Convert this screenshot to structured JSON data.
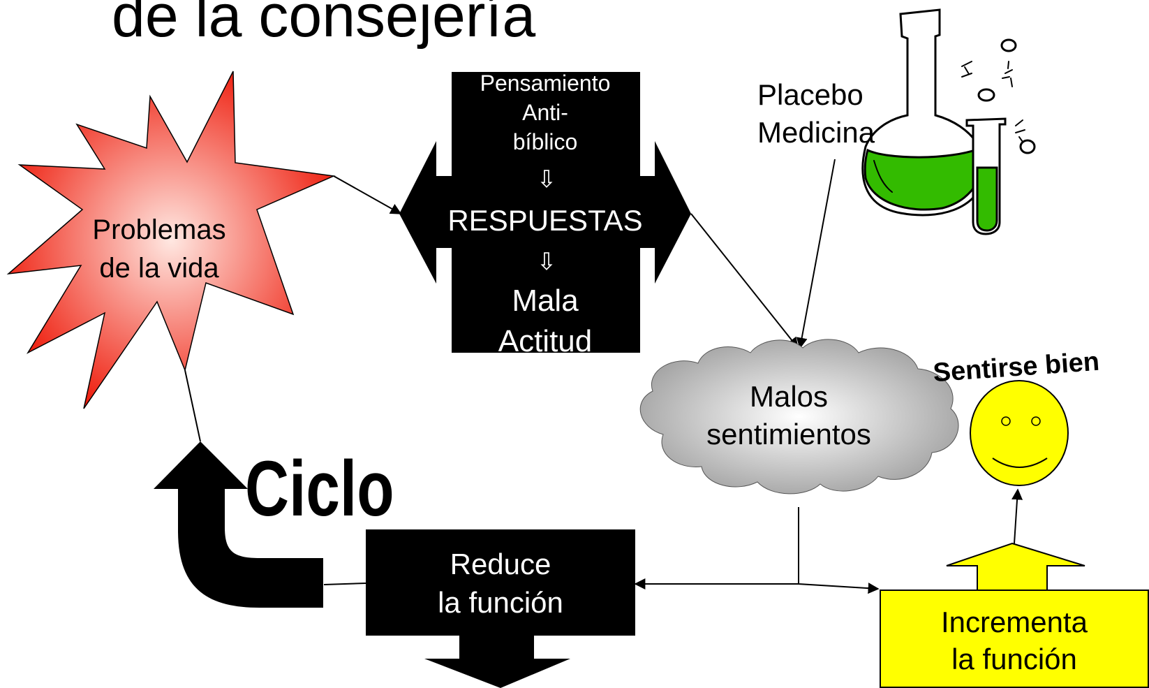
{
  "title": "de la consejería",
  "nodes": {
    "problems": {
      "line1": "Problemas",
      "line2": "de la vida"
    },
    "responses": {
      "top1": "Pensamiento",
      "top2": "Anti-",
      "top3": "bíblico",
      "arrow1": "⇩",
      "center": "RESPUESTAS",
      "arrow2": "⇩",
      "bottom1": "Mala",
      "bottom2": "Actitud"
    },
    "placebo": {
      "line1": "Placebo",
      "line2": "Medicina"
    },
    "feelings": {
      "line1": "Malos",
      "line2": "sentimientos"
    },
    "feel_good": "Sentirse bien",
    "cycle": "Ciclo",
    "reduce": {
      "line1": "Reduce",
      "line2": "la función"
    },
    "increase": {
      "line1": "Incrementa",
      "line2": "la función"
    }
  },
  "colors": {
    "star_center": "#ffe2dc",
    "star_edge": "#ee1c0c",
    "black_box": "#000000",
    "cloud_light": "#ffffff",
    "cloud_dark": "#9a9a9a",
    "smiley": "#ffff00",
    "increase_box": "#ffff00",
    "liquid_green": "#33bb00"
  },
  "icons": [
    "chemistry-flask-icon",
    "smiley-face-icon",
    "up-arrow-icon",
    "down-arrow-icon",
    "cycle-arrow-icon"
  ]
}
